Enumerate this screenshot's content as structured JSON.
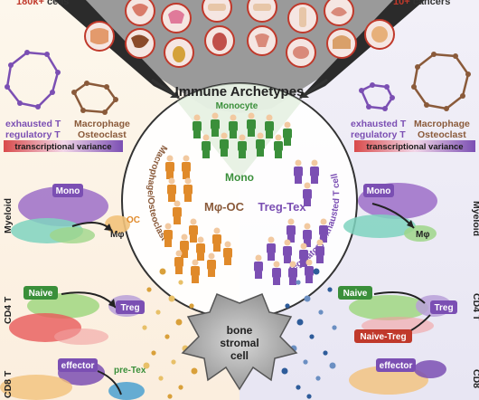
{
  "top": {
    "left_count": "180k+",
    "left_suffix": " cells",
    "right_count": "10+",
    "right_suffix": " cancers"
  },
  "center": {
    "title": "Immune Archetypes",
    "monocyte_label": "Monocyte",
    "mono_label": "Mono",
    "mphi_oc_label": "Mφ-OC",
    "treg_tex_label": "Treg-Tex",
    "arc_left": "Macrophage/Osteoclast",
    "arc_right": "regulatory/exhausted T cell"
  },
  "left_panel": {
    "exhausted": "exhausted T",
    "regulatory": "regulatory T",
    "macrophage": "Macrophage",
    "osteoclast": "Osteoclast",
    "variance": "transcriptional variance"
  },
  "right_panel": {
    "exhausted": "exhausted T",
    "regulatory": "regulatory T",
    "macrophage": "Macrophage",
    "osteoclast": "Osteoclast",
    "variance": "transcriptional variance"
  },
  "umap_left": {
    "myeloid": "Myeloid",
    "cd4": "CD4 T",
    "cd8": "CD8 T",
    "mono": "Mono",
    "mphi": "Mφ",
    "oc": "OC",
    "naive": "Naive",
    "treg": "Treg",
    "effector": "effector",
    "pretex": "pre-Tex"
  },
  "umap_right": {
    "myeloid": "Myeloid",
    "cd4": "CD4 T",
    "cd8": "CD8",
    "mono": "Mono",
    "mphi": "Mφ",
    "naive": "Naive",
    "treg": "Treg",
    "naive_treg": "Naive-Treg",
    "effector": "effector"
  },
  "stromal": {
    "line1": "bone",
    "line2": "stromal",
    "line3": "cell"
  },
  "colors": {
    "purple": "#7b4fb3",
    "brown": "#8a5a3a",
    "green": "#3a8f3a",
    "orange": "#e08a2a",
    "gray_bg": "#8a8a8a"
  }
}
